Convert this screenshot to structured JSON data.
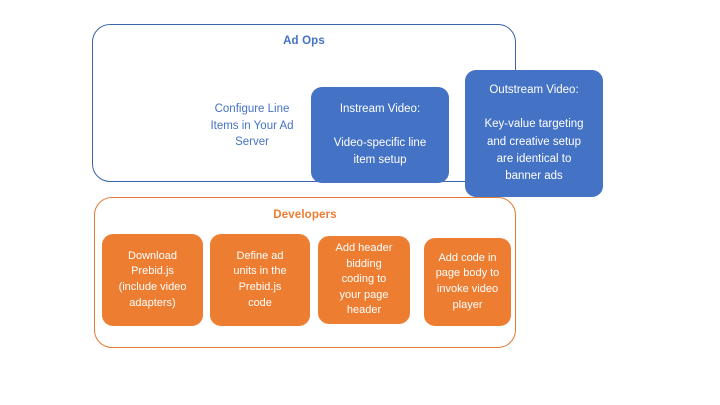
{
  "diagram": {
    "background_color": "#FFFFFF",
    "groups": [
      {
        "id": "ad-ops",
        "title": "Ad Ops",
        "accent_color": "#4472C4",
        "border_color": "#3A62AD",
        "items": [
          {
            "id": "configure-line-items",
            "style": "plain-text",
            "text_color": "#4472C4",
            "text": "Configure Line\nItems in Your Ad\nServer"
          },
          {
            "id": "instream-video",
            "style": "filled",
            "fill_color": "#4472C4",
            "text_color": "#FFFFFF",
            "text": "Instream Video:\n\nVideo-specific line\nitem setup"
          },
          {
            "id": "outstream-video",
            "style": "filled",
            "fill_color": "#4472C4",
            "text_color": "#FFFFFF",
            "text": "Outstream Video:\n\nKey-value targeting\nand creative setup\nare identical to\nbanner ads"
          }
        ]
      },
      {
        "id": "developers",
        "title": "Developers",
        "accent_color": "#ED7D31",
        "border_color": "#E57A34",
        "items": [
          {
            "id": "download-prebid",
            "style": "filled",
            "fill_color": "#ED7D31",
            "text_color": "#FFFFFF",
            "text": "Download\nPrebid.js\n(include video\nadapters)"
          },
          {
            "id": "define-ad-units",
            "style": "filled",
            "fill_color": "#ED7D31",
            "text_color": "#FFFFFF",
            "text": "Define ad\nunits in the\nPrebid.js\ncode"
          },
          {
            "id": "add-header-bidding-code",
            "style": "filled",
            "fill_color": "#ED7D31",
            "text_color": "#FFFFFF",
            "text": "Add header\nbidding\ncoding to\nyour page\nheader"
          },
          {
            "id": "add-code-page-body",
            "style": "filled",
            "fill_color": "#ED7D31",
            "text_color": "#FFFFFF",
            "text": "Add code in\npage body to\ninvoke video\nplayer"
          }
        ]
      }
    ]
  }
}
